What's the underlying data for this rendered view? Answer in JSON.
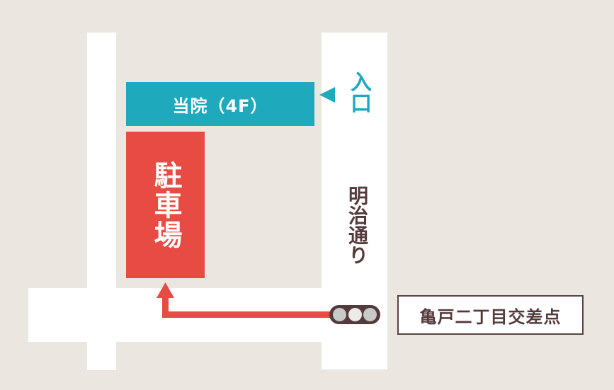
{
  "map": {
    "clinic_label": "当院（4F）",
    "parking_label": "駐車場",
    "entrance_label": "入口",
    "street_label": "明治通り",
    "intersection_label": "亀戸二丁目交差点",
    "icons": {
      "entrance_pointer": "triangle-left",
      "traffic_light": "traffic-light",
      "route_arrow": "arrow-up"
    },
    "colors": {
      "background": "#ebe6df",
      "road": "#ffffff",
      "clinic": "#1fa9bd",
      "parking": "#e84b43",
      "route": "#e84b43",
      "text_dark": "#553a3c"
    }
  }
}
